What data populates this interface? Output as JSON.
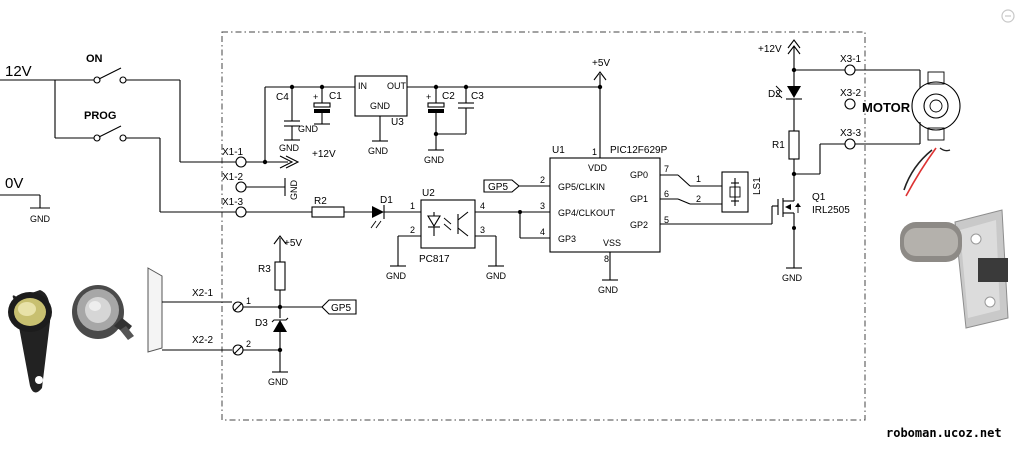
{
  "supply": {
    "v12": "12V",
    "v0": "0V"
  },
  "switches": {
    "on": "ON",
    "prog": "PROG"
  },
  "gnd": "GND",
  "connectors": {
    "x1_1": "X1-1",
    "x1_2": "X1-2",
    "x1_3": "X1-3",
    "x2_1": "X2-1",
    "x2_2": "X2-2",
    "x3_1": "X3-1",
    "x3_2": "X3-2",
    "x3_3": "X3-3"
  },
  "rails": {
    "p12": "+12V",
    "p5": "+5V"
  },
  "parts": {
    "c1": "C1",
    "c2": "C2",
    "c3": "C3",
    "c4": "C4",
    "u3": "U3",
    "u3_in": "IN",
    "u3_out": "OUT",
    "u3_gnd": "GND",
    "r1": "R1",
    "r2": "R2",
    "r3": "R3",
    "d1": "D1",
    "d2": "D2",
    "d3": "D3",
    "u1": "U1",
    "u1_type": "PIC12F629P",
    "u2": "U2",
    "u2_type": "PC817",
    "ls1": "LS1",
    "q1": "Q1",
    "q1_type": "IRL2505",
    "gp5_tag": "GP5"
  },
  "u1_pins": {
    "vdd": "VDD",
    "vss": "VSS",
    "gp5": "GP5/CLKIN",
    "gp4": "GP4/CLKOUT",
    "gp3": "GP3",
    "gp0": "GP0",
    "gp1": "GP1",
    "gp2": "GP2",
    "n1": "1",
    "n2": "2",
    "n3": "3",
    "n4": "4",
    "n5": "5",
    "n6": "6",
    "n7": "7",
    "n8": "8"
  },
  "pins": {
    "one": "1",
    "two": "2",
    "three": "3",
    "four": "4"
  },
  "motor": "MOTOR",
  "watermark": "roboman.ucoz.net"
}
